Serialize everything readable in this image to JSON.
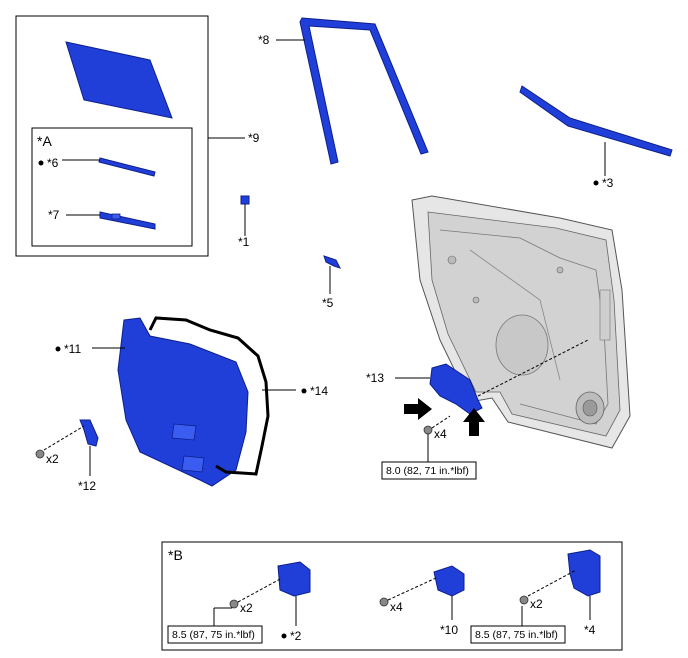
{
  "labels": {
    "p1": "*1",
    "p2": "*2",
    "p3": "*3",
    "p4": "*4",
    "p5": "*5",
    "p6": "*6",
    "p7": "*7",
    "p8": "*8",
    "p9": "*9",
    "p10": "*10",
    "p11": "*11",
    "p12": "*12",
    "p13": "*13",
    "p14": "*14"
  },
  "groups": {
    "a": "*A",
    "b": "*B"
  },
  "quantities": {
    "q12": "x2",
    "q13": "x4",
    "q2": "x2",
    "q10": "x4",
    "q4": "x2"
  },
  "torque": {
    "main": "8.0 (82, 71 in.*lbf)",
    "b_left": "8.5 (87, 75 in.*lbf)",
    "b_right": "8.5 (87, 75 in.*lbf)"
  },
  "colors": {
    "part_fill": "#1f3fd8",
    "part_stroke": "#0d1f8c",
    "door_fill": "#e6e6e6"
  },
  "icons": {
    "marker": "filled-dot",
    "direction": "block-arrow",
    "fastener": "bolt-icon"
  }
}
